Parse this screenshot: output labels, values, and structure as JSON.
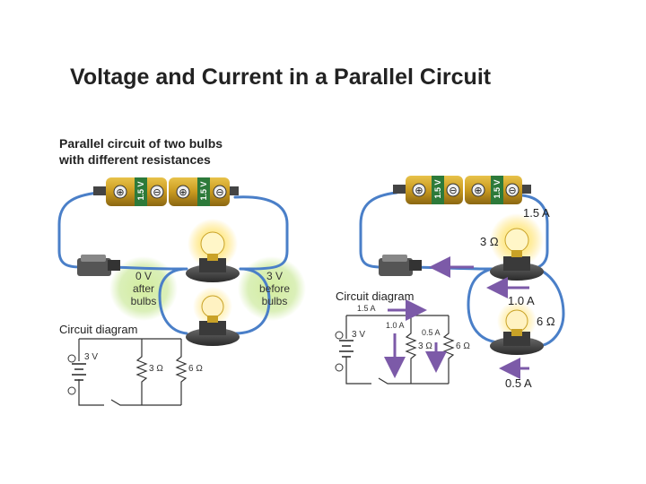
{
  "title": "Voltage and Current in a Parallel Circuit",
  "left_panel": {
    "subtitle_line1": "Parallel circuit of two bulbs",
    "subtitle_line2": "with different resistances",
    "battery_label_1": "1.5 V",
    "battery_label_2": "1.5 V",
    "after_label": "0 V\nafter\nbulbs",
    "before_label": "3 V\nbefore\nbulbs",
    "circuit_diagram": {
      "title": "Circuit diagram",
      "source": "3 V",
      "r1": "3 Ω",
      "r2": "6 Ω"
    }
  },
  "right_panel": {
    "battery_label_1": "1.5 V",
    "battery_label_2": "1.5 V",
    "total_current": "1.5 A",
    "bulb1_resistance": "3 Ω",
    "bulb1_current": "1.0 A",
    "bulb2_resistance": "6 Ω",
    "bulb2_current": "0.5 A",
    "circuit_diagram": {
      "title": "Circuit diagram",
      "source": "3 V",
      "total_current": "1.5 A",
      "branch1_current": "1.0 A",
      "branch2_current": "0.5 A",
      "r1": "3 Ω",
      "r2": "6 Ω"
    }
  },
  "colors": {
    "wire": "#4a7fc8",
    "glow": "#bde38a",
    "arrow": "#7c5aa8",
    "battery": "#c9a227",
    "battery_label": "#2d7a3a"
  }
}
